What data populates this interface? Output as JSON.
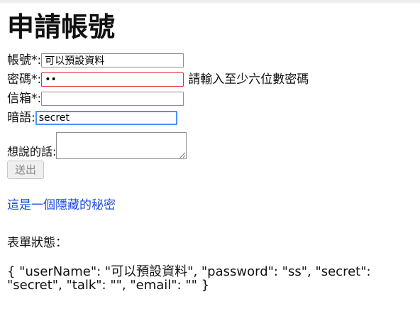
{
  "page": {
    "title": "申請帳號"
  },
  "form": {
    "fields": {
      "username": {
        "label": "帳號*:",
        "value": "可以預設資料"
      },
      "password": {
        "label": "密碼*:",
        "value": "ss",
        "error_hint": "請輸入至少六位數密碼"
      },
      "email": {
        "label": "信箱*:",
        "value": ""
      },
      "secret": {
        "label": "暗語:",
        "value": "secret"
      },
      "talk": {
        "label": "想說的話:",
        "value": ""
      }
    },
    "submit_label": "送出"
  },
  "secret_message": "這是一個隱藏的秘密",
  "status": {
    "label": "表單狀態：",
    "json_text": "{ \"userName\": \"可以預設資料\", \"password\": \"ss\", \"secret\": \"secret\", \"talk\": \"\", \"email\": \"\" }"
  }
}
